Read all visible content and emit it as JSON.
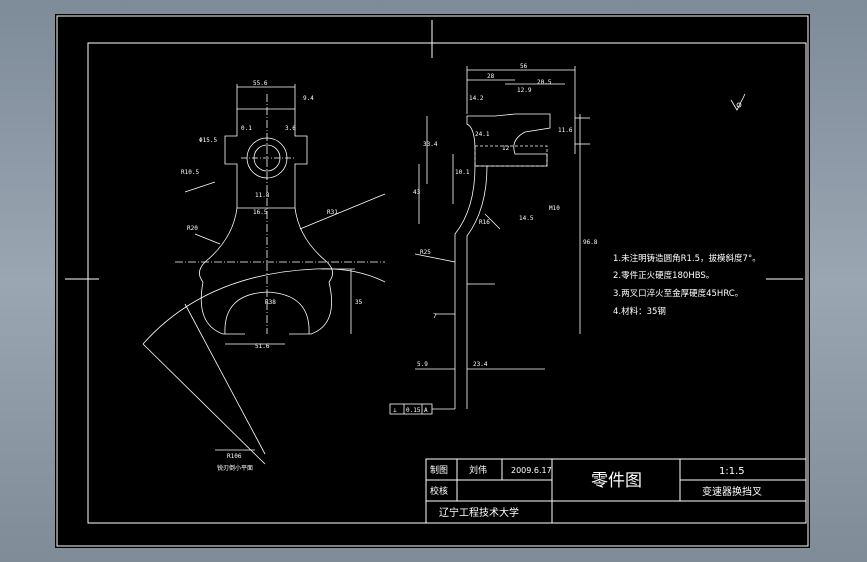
{
  "notes": [
    "1.未注明铸造圆角R1.5，拔模斜度7°。",
    "2.零件正火硬度180HBS。",
    "3.两叉口淬火至金厚硬度45HRC。",
    "4.材料：35钢"
  ],
  "title_block": {
    "drawn_label": "制图",
    "drawn_by": "刘伟",
    "date": "2009.6.17",
    "check_label": "校核",
    "drawing_type": "零件图",
    "scale": "1:1.5",
    "part_name": "变速器换挡叉",
    "school": "辽宁工程技术大学"
  },
  "dims_left": {
    "d1": "55.6",
    "d2": "9.4",
    "d3": "0.1",
    "d4": "3.6",
    "d5": "Φ15.5",
    "d6": "R10.5",
    "d7": "11.8",
    "d8": "16.5",
    "d9": "R20",
    "d10": "R31",
    "d11": "R38",
    "d12": "35",
    "d13": "51.6",
    "d14": "R106",
    "d15": "锐刃倒小平面"
  },
  "dims_right": {
    "d1": "56",
    "d2": "28",
    "d3": "20.5",
    "d4": "14.2",
    "d5": "12.9",
    "d6": "11.6",
    "d7": "24.1",
    "d8": "33.4",
    "d9": "12",
    "d10": "R25",
    "d11": "43",
    "d12": "10.1",
    "d13": "M10",
    "d14": "14.5",
    "d15": "R16",
    "d16": "96.8",
    "d17": "5.9",
    "d18": "23.4",
    "d19": "0.15",
    "d20": "A",
    "d21": "7"
  },
  "tolerance": {
    "symbol": "⊥",
    "value": "0.15",
    "datum": "A"
  },
  "colors": {
    "sheet": "#000000",
    "lines": "#ffffff",
    "background": "#8a96a2"
  }
}
